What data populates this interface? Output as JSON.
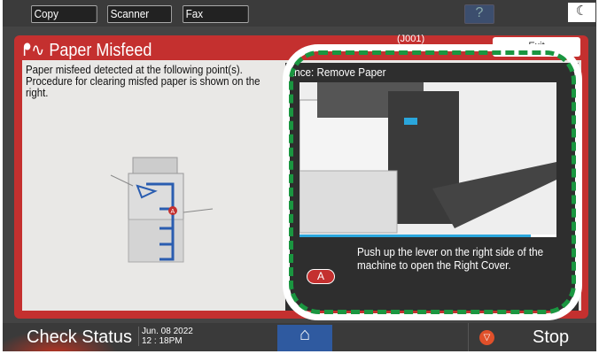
{
  "topbar": {
    "tabs": [
      "Copy",
      "Scanner",
      "Fax"
    ],
    "help_label": "?",
    "energy_icon": "moon-icon"
  },
  "dialog": {
    "title": "Paper Misfeed",
    "code": "(J001)",
    "exit_label": "Exit",
    "message": "Paper misfeed detected at the following point(s). Procedure for clearing misfed paper is shown on the right.",
    "location_badge": "A"
  },
  "guidance": {
    "title": "Guidance: Remove Paper",
    "visible_title": "ance: Remove Paper",
    "progress_percent": 90,
    "step_text": "Push up the lever on the right side of the machine to open the Right Cover.",
    "badge": "A"
  },
  "bottom": {
    "check_status": "Check Status",
    "date": "Jun. 08 2022",
    "time": "12 : 18PM",
    "stop_label": "Stop"
  },
  "colors": {
    "accent_red": "#c4302f",
    "highlight_green": "#1a9640",
    "home_blue": "#2f5aa0",
    "progress_blue": "#2aa6dc"
  }
}
